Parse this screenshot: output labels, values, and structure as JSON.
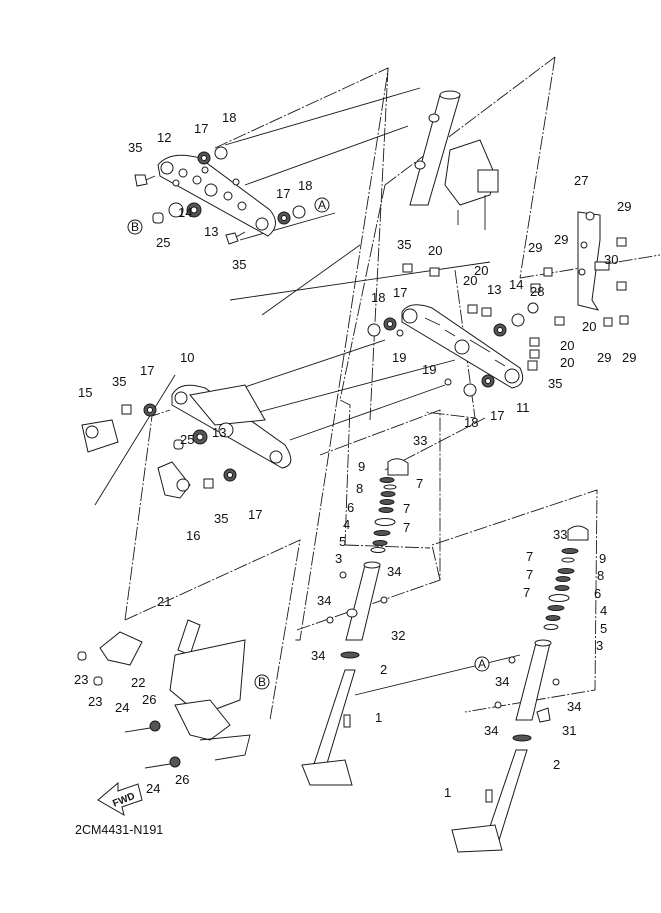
{
  "diagram": {
    "title_code": "2CM4431-N191",
    "fwd_label": "FWD",
    "reference_markers": [
      "A",
      "B"
    ],
    "callouts": [
      {
        "id": "c-18a",
        "label": "18"
      },
      {
        "id": "c-17a",
        "label": "17"
      },
      {
        "id": "c-12",
        "label": "12"
      },
      {
        "id": "c-35a",
        "label": "35"
      },
      {
        "id": "c-17b",
        "label": "17"
      },
      {
        "id": "c-18b",
        "label": "18"
      },
      {
        "id": "c-14a",
        "label": "14"
      },
      {
        "id": "c-13a",
        "label": "13"
      },
      {
        "id": "c-25a",
        "label": "25"
      },
      {
        "id": "c-35b",
        "label": "35"
      },
      {
        "id": "c-27",
        "label": "27"
      },
      {
        "id": "c-29a",
        "label": "29"
      },
      {
        "id": "c-29b",
        "label": "29"
      },
      {
        "id": "c-29c",
        "label": "29"
      },
      {
        "id": "c-30",
        "label": "30"
      },
      {
        "id": "c-28",
        "label": "28"
      },
      {
        "id": "c-29d",
        "label": "29"
      },
      {
        "id": "c-29e",
        "label": "29"
      },
      {
        "id": "c-35c",
        "label": "35"
      },
      {
        "id": "c-20a",
        "label": "20"
      },
      {
        "id": "c-20b",
        "label": "20"
      },
      {
        "id": "c-20c",
        "label": "20"
      },
      {
        "id": "c-13b",
        "label": "13"
      },
      {
        "id": "c-14b",
        "label": "14"
      },
      {
        "id": "c-18c",
        "label": "18"
      },
      {
        "id": "c-17c",
        "label": "17"
      },
      {
        "id": "c-19a",
        "label": "19"
      },
      {
        "id": "c-20d",
        "label": "20"
      },
      {
        "id": "c-20e",
        "label": "20"
      },
      {
        "id": "c-20f",
        "label": "20"
      },
      {
        "id": "c-35d",
        "label": "35"
      },
      {
        "id": "c-19b",
        "label": "19"
      },
      {
        "id": "c-18d",
        "label": "18"
      },
      {
        "id": "c-17d",
        "label": "17"
      },
      {
        "id": "c-11",
        "label": "11"
      },
      {
        "id": "c-10",
        "label": "10"
      },
      {
        "id": "c-15",
        "label": "15"
      },
      {
        "id": "c-35e",
        "label": "35"
      },
      {
        "id": "c-17e",
        "label": "17"
      },
      {
        "id": "c-13c",
        "label": "13"
      },
      {
        "id": "c-25b",
        "label": "25"
      },
      {
        "id": "c-16",
        "label": "16"
      },
      {
        "id": "c-35f",
        "label": "35"
      },
      {
        "id": "c-17f",
        "label": "17"
      },
      {
        "id": "c-33a",
        "label": "33"
      },
      {
        "id": "c-9a",
        "label": "9"
      },
      {
        "id": "c-7a",
        "label": "7"
      },
      {
        "id": "c-8a",
        "label": "8"
      },
      {
        "id": "c-7b",
        "label": "7"
      },
      {
        "id": "c-6a",
        "label": "6"
      },
      {
        "id": "c-7c",
        "label": "7"
      },
      {
        "id": "c-4a",
        "label": "4"
      },
      {
        "id": "c-5a",
        "label": "5"
      },
      {
        "id": "c-3a",
        "label": "3"
      },
      {
        "id": "c-34a",
        "label": "34"
      },
      {
        "id": "c-34b",
        "label": "34"
      },
      {
        "id": "c-34c",
        "label": "34"
      },
      {
        "id": "c-32",
        "label": "32"
      },
      {
        "id": "c-2a",
        "label": "2"
      },
      {
        "id": "c-1a",
        "label": "1"
      },
      {
        "id": "c-33b",
        "label": "33"
      },
      {
        "id": "c-7d",
        "label": "7"
      },
      {
        "id": "c-9b",
        "label": "9"
      },
      {
        "id": "c-7e",
        "label": "7"
      },
      {
        "id": "c-8b",
        "label": "8"
      },
      {
        "id": "c-7f",
        "label": "7"
      },
      {
        "id": "c-6b",
        "label": "6"
      },
      {
        "id": "c-4b",
        "label": "4"
      },
      {
        "id": "c-5b",
        "label": "5"
      },
      {
        "id": "c-3b",
        "label": "3"
      },
      {
        "id": "c-34d",
        "label": "34"
      },
      {
        "id": "c-34e",
        "label": "34"
      },
      {
        "id": "c-34f",
        "label": "34"
      },
      {
        "id": "c-31",
        "label": "31"
      },
      {
        "id": "c-2b",
        "label": "2"
      },
      {
        "id": "c-1b",
        "label": "1"
      },
      {
        "id": "c-21",
        "label": "21"
      },
      {
        "id": "c-22",
        "label": "22"
      },
      {
        "id": "c-23a",
        "label": "23"
      },
      {
        "id": "c-23b",
        "label": "23"
      },
      {
        "id": "c-24a",
        "label": "24"
      },
      {
        "id": "c-26a",
        "label": "26"
      },
      {
        "id": "c-24b",
        "label": "24"
      },
      {
        "id": "c-26b",
        "label": "26"
      }
    ]
  }
}
